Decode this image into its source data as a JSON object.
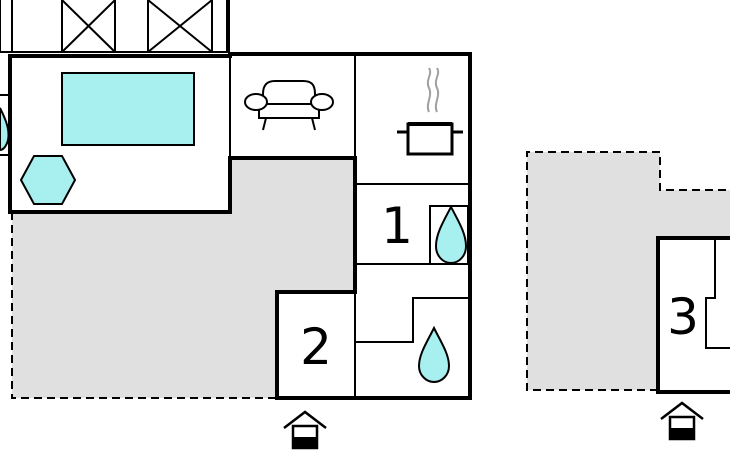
{
  "rooms": [
    {
      "id": "bedroom-1",
      "label": "1"
    },
    {
      "id": "bedroom-2",
      "label": "2"
    },
    {
      "id": "bedroom-3",
      "label": "3"
    }
  ],
  "icons": [
    "sofa-icon",
    "cooking-pot-icon",
    "water-drop-icon",
    "pool-icon",
    "hexagon-hot-tub-icon",
    "entrance-icon"
  ],
  "colors": {
    "wall": "#000000",
    "terrace": "#e0e0e0",
    "water": "#a8f0f0",
    "background": "#ffffff",
    "steam": "#a0a0a0"
  }
}
